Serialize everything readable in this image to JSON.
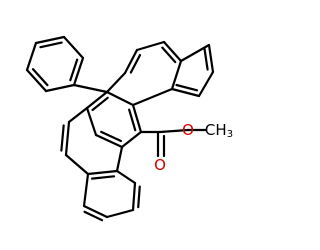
{
  "molecule": {
    "labels": {
      "carbonyl_oxygen": "O",
      "ester_oxygen": "O",
      "methyl_main": "CH",
      "methyl_sub": "3"
    },
    "colors": {
      "bond": "#000000",
      "oxygen": "#d40000",
      "background": "#ffffff"
    }
  }
}
